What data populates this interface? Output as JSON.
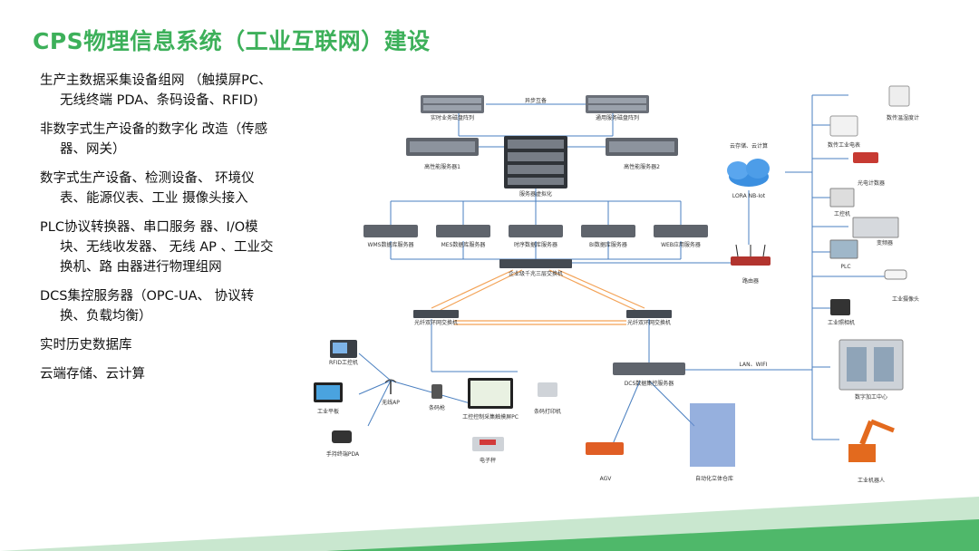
{
  "page": {
    "title": "CPS物理信息系统（工业互联网）建设"
  },
  "bullets": [
    "生产主数据采集设备组网 （触摸屏PC、无线终端 PDA、条码设备、RFID)",
    "非数字式生产设备的数字化 改造（传感器、网关）",
    "数字式生产设备、检测设备、 环境仪表、能源仪表、工业 摄像头接入",
    "PLC协议转换器、串口服务 器、I/O模块、无线收发器、 无线 AP 、工业交换机、路 由器进行物理组网",
    "DCS集控服务器（OPC-UA、 协议转换、负载均衡）",
    "实时历史数据库",
    "云端存储、云计算"
  ],
  "diagram": {
    "labels": {
      "async": "异步互备",
      "storage1": "实时业务磁盘阵列",
      "storage2": "通用服务磁盘阵列",
      "server1": "高性能服务器1",
      "server2": "高性能服务器2",
      "virtual": "服务器虚拟化",
      "wms": "WMS数据库服务器",
      "mes": "MES数据库服务器",
      "ts": "时序数据库服务器",
      "bi": "BI数据库服务器",
      "web": "WEB应用服务器",
      "core_switch": "企业级千兆三层交换机",
      "ring_left": "光纤双环网交换机",
      "ring_right": "光纤双环网交换机",
      "dcs": "DCS数据集控服务器",
      "cloud_title": "云存储、云计算",
      "cloud_sub": "LORA NB-Iot",
      "router": "路由器",
      "lan": "LAN、WIFI",
      "rfid": "RFID工控机",
      "tablet": "工业平板",
      "pda": "手持终端PDA",
      "ap": "无线AP",
      "scanner": "条码枪",
      "touchpc": "工控控制采集触摸屏PC",
      "printer": "条码打印机",
      "scale": "电子秤",
      "agv": "AGV",
      "warehouse": "自动化立体仓库",
      "temp": "数传温湿度计",
      "meter": "数传工业电表",
      "counter": "光电计数器",
      "ipc": "工控机",
      "converter": "变频器",
      "plc": "PLC",
      "camera": "工业摄像头",
      "cam2": "工业照相机",
      "cnc": "数字加工中心",
      "robot": "工业机器人"
    }
  },
  "colors": {
    "title": "#3db05a",
    "accent_light": "#c9e7cf",
    "accent_dark": "#4fb86a",
    "line": "#4a7fc0",
    "orange": "#f3a256"
  }
}
